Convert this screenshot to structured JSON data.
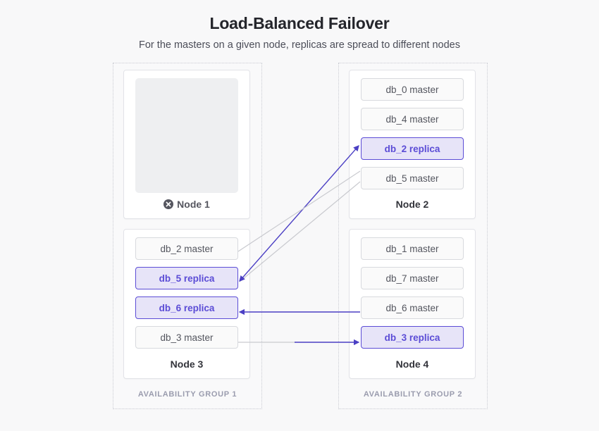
{
  "header": {
    "title": "Load-Balanced Failover",
    "subtitle": "For the masters on a given node, replicas are spread to different nodes"
  },
  "colors": {
    "page_background": "#f8f8f9",
    "replica_accent": "#5b4cd6",
    "replica_fill": "#e7e4f8",
    "master_fill": "#fafafa",
    "master_border": "#d8dade",
    "group_border": "#c9cbd2",
    "group_label": "#9a9cae",
    "arrow_purple": "#4b3fc4",
    "arrow_grey": "#c9cacf",
    "failed_icon": "#55565f"
  },
  "availability_groups": [
    {
      "label": "AVAILABILITY GROUP 1",
      "nodes": [
        {
          "name": "Node 1",
          "status": "failed",
          "status_icon": "circle-x-icon",
          "databases": [
            {
              "label": "",
              "type": "placeholder"
            }
          ]
        },
        {
          "name": "Node 3",
          "status": "ok",
          "databases": [
            {
              "label": "db_2 master",
              "type": "master"
            },
            {
              "label": "db_5 replica",
              "type": "replica"
            },
            {
              "label": "db_6 replica",
              "type": "replica"
            },
            {
              "label": "db_3 master",
              "type": "master"
            }
          ]
        }
      ]
    },
    {
      "label": "AVAILABILITY GROUP 2",
      "nodes": [
        {
          "name": "Node 2",
          "status": "ok",
          "databases": [
            {
              "label": "db_0 master",
              "type": "master"
            },
            {
              "label": "db_4 master",
              "type": "master"
            },
            {
              "label": "db_2 replica",
              "type": "replica"
            },
            {
              "label": "db_5 master",
              "type": "master"
            }
          ]
        },
        {
          "name": "Node 4",
          "status": "ok",
          "databases": [
            {
              "label": "db_1 master",
              "type": "master"
            },
            {
              "label": "db_7 master",
              "type": "master"
            },
            {
              "label": "db_6 master",
              "type": "master"
            },
            {
              "label": "db_3 replica",
              "type": "replica"
            }
          ]
        }
      ]
    }
  ],
  "connections": [
    {
      "name": "db_2-master-to-db_2-replica",
      "from": "db_2 master (Node 3)",
      "to": "db_2 replica (Node 2)",
      "style": "purple-arrow"
    },
    {
      "name": "db_5-master-to-db_5-replica",
      "from": "db_5 master (Node 2)",
      "to": "db_5 replica (Node 3)",
      "style": "purple-arrow"
    },
    {
      "name": "db_6-master-to-db_6-replica",
      "from": "db_6 master (Node 4)",
      "to": "db_6 replica (Node 3)",
      "style": "purple-arrow"
    },
    {
      "name": "db_3-master-to-db_3-replica",
      "from": "db_3 master (Node 3)",
      "to": "db_3 replica (Node 4)",
      "style": "purple-arrow"
    }
  ]
}
